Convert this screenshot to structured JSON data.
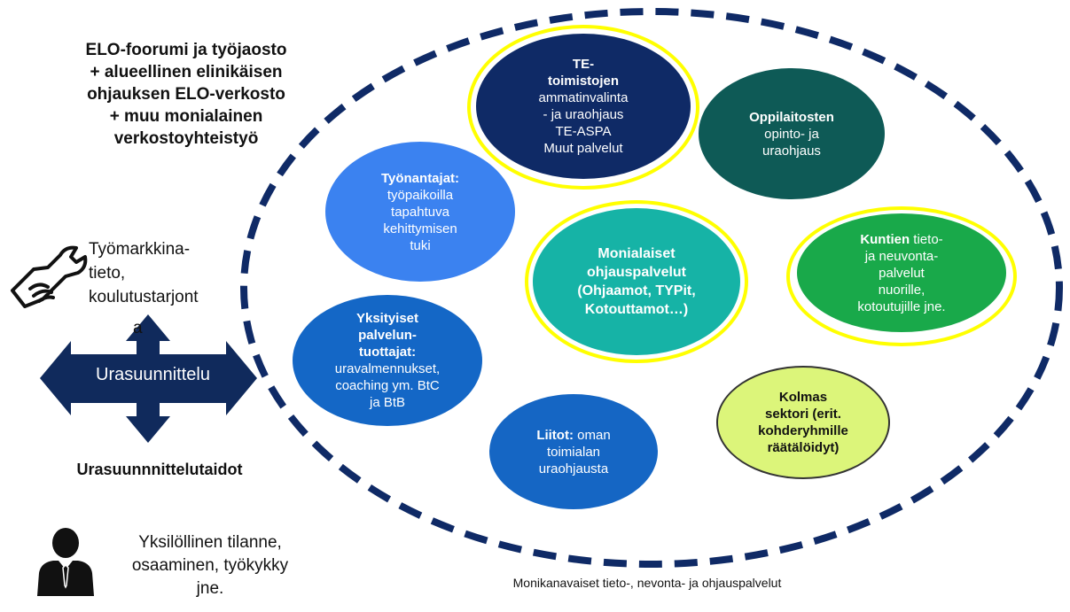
{
  "left_panel": {
    "title_lines": [
      "ELO-foorumi ja työjaosto",
      "+ alueellinen elinikäisen",
      "ohjauksen ELO-verkosto",
      "+ muu  monialainen",
      "verkostoyhteistyö"
    ],
    "labor_market_lines": [
      "Työmarkkina-",
      "tieto,",
      "koulutustarjont",
      "a"
    ],
    "arrow_label": "Urasuunnittelu",
    "skills_title": "Urasuunnnittelutaidot",
    "individual_lines": [
      "Yksilöllinen tilanne,",
      "osaaminen, työkykky",
      "jne."
    ]
  },
  "footer": "Monikanavaiset tieto-, nevonta- ja ohjauspalvelut",
  "services": {
    "te": {
      "bold": [
        "TE-",
        "toimistojen"
      ],
      "normal": [
        "ammatinvalinta",
        "- ja uraohjaus",
        "TE-ASPA",
        "Muut palvelut"
      ],
      "color": "#0f2a66"
    },
    "oppilaitos": {
      "bold": [
        "Oppilaitosten"
      ],
      "normal": [
        "opinto- ja",
        "uraohjaus"
      ],
      "color": "#0e5a56"
    },
    "tyonantajat": {
      "bold": [
        "Työnantajat:"
      ],
      "normal": [
        "työpaikoilla",
        "tapahtuva",
        "kehittymisen",
        "tuki"
      ],
      "color": "#3b82f0"
    },
    "monialaiset": {
      "bold": [
        "Monialaiset",
        "ohjauspalvelut",
        "(Ohjaamot, TYPit,",
        "Kotouttamot…)"
      ],
      "normal": [],
      "color": "#16b3a6"
    },
    "kuntien": {
      "bold_inline": "Kuntien",
      "first_rest": " tieto-",
      "normal": [
        "ja neuvonta-",
        "palvelut",
        "nuorille,",
        "kotoutujille jne."
      ],
      "color": "#19a94a"
    },
    "yksityiset": {
      "bold": [
        "Yksityiset",
        "palvelun-",
        "tuottajat:"
      ],
      "normal": [
        "uravalmennukset,",
        "coaching ym. BtC",
        "ja BtB"
      ],
      "color": "#1467c6"
    },
    "kolmas": {
      "bold": [
        "Kolmas",
        "sektori (erit.",
        "kohderyhmille",
        "räätälöidyt)"
      ],
      "normal": [],
      "color": "#dcf57a"
    },
    "liitot": {
      "bold_inline": "Liitot:",
      "first_rest": " oman",
      "normal": [
        "toimialan",
        "uraohjausta"
      ],
      "color": "#1566c4"
    }
  },
  "colors": {
    "dashed_ellipse": "#0f2a66",
    "highlight_ring": "#ffff00",
    "arrow": "#102a5c"
  },
  "icons": [
    "wrench-hand-icon",
    "businessman-icon"
  ]
}
